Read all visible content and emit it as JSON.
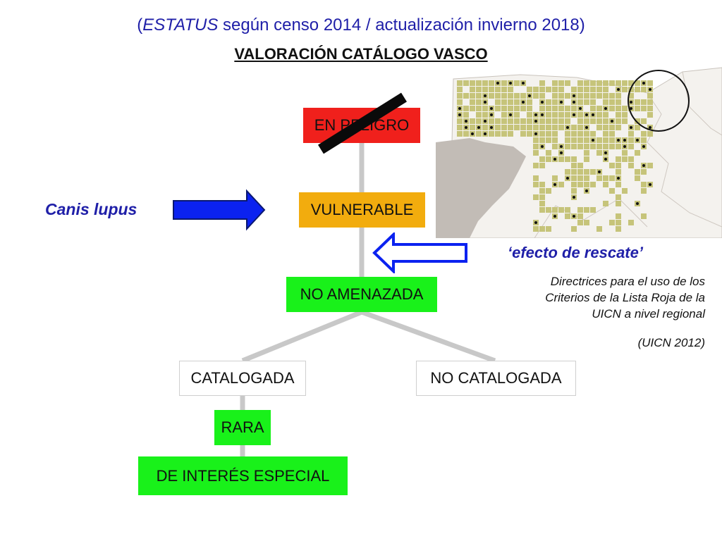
{
  "header": {
    "subtitle_open": "(",
    "subtitle_italic": "ESTATUS",
    "subtitle_rest": " según censo 2014 / actualización invierno 2018)",
    "title": "VALORACIÓN CATÁLOGO VASCO"
  },
  "categories": {
    "en_peligro": "EN PELIGRO",
    "vulnerable": "VULNERABLE",
    "no_amenazada": "NO AMENAZADA",
    "catalogada": "CATALOGADA",
    "no_catalogada": "NO CATALOGADA",
    "rara": "RARA",
    "interes_especial": "DE INTERÉS ESPECIAL"
  },
  "labels": {
    "species": "Canis lupus",
    "rescue_effect": "‘efecto de rescate’",
    "guidelines": [
      "Directrices para el uso de los",
      "Criterios de la Lista Roja de la",
      "UICN a nivel regional"
    ],
    "citation": "(UICN 2012)"
  },
  "colors": {
    "en_peligro": "#f0201c",
    "vulnerable": "#f2ac0e",
    "green_status": "#19f11a",
    "arrow_blue": "#0b22f0",
    "text_blue": "#1f1fa8",
    "map_cells": "#c6c47a"
  },
  "icons": {
    "map": "distribution-map",
    "strike": "strike-through-bar",
    "arrow_right": "right-arrow-icon",
    "arrow_left": "left-arrow-outline-icon",
    "circle": "highlight-circle"
  }
}
